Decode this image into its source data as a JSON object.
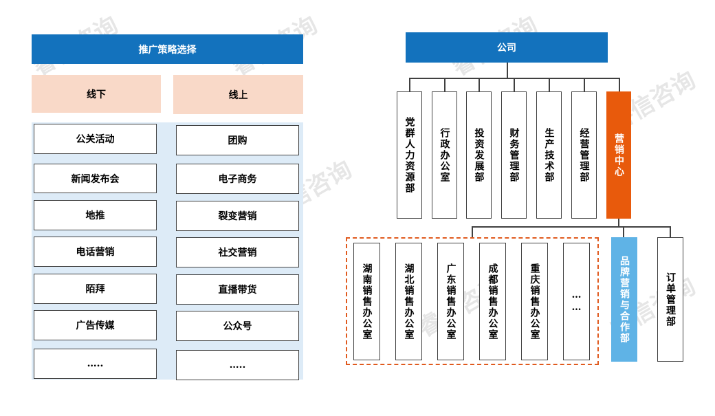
{
  "left": {
    "title": "推广策略选择",
    "offline": {
      "label": "线下",
      "items": [
        "公关活动",
        "新闻发布会",
        "地推",
        "电话营销",
        "陌拜",
        "广告传媒",
        "….."
      ]
    },
    "online": {
      "label": "线上",
      "items": [
        "团购",
        "电子商务",
        "裂变营销",
        "社交营销",
        "直播带货",
        "公众号",
        "….."
      ]
    }
  },
  "right": {
    "company": "公司",
    "departments": [
      "党群人力资源部",
      "行政办公室",
      "投资发展部",
      "财务管理部",
      "生产技术部",
      "经营管理部"
    ],
    "marketing_center": "营销中心",
    "offices": [
      "湖南销售办公室",
      "湖北销售办公室",
      "广东销售办公室",
      "成都销售办公室",
      "重庆销售办公室",
      "……"
    ],
    "brand": "品牌营销与合作部",
    "orders": "订单管理部"
  },
  "watermark": "睿信咨询",
  "colors": {
    "header_blue": "#1372bd",
    "peach": "#f9d9c8",
    "panel_blue": "#ddebf7",
    "marketing_orange": "#e85a0c",
    "brand_light_blue": "#5fb3e6",
    "dashed_orange": "#e05a1e"
  }
}
